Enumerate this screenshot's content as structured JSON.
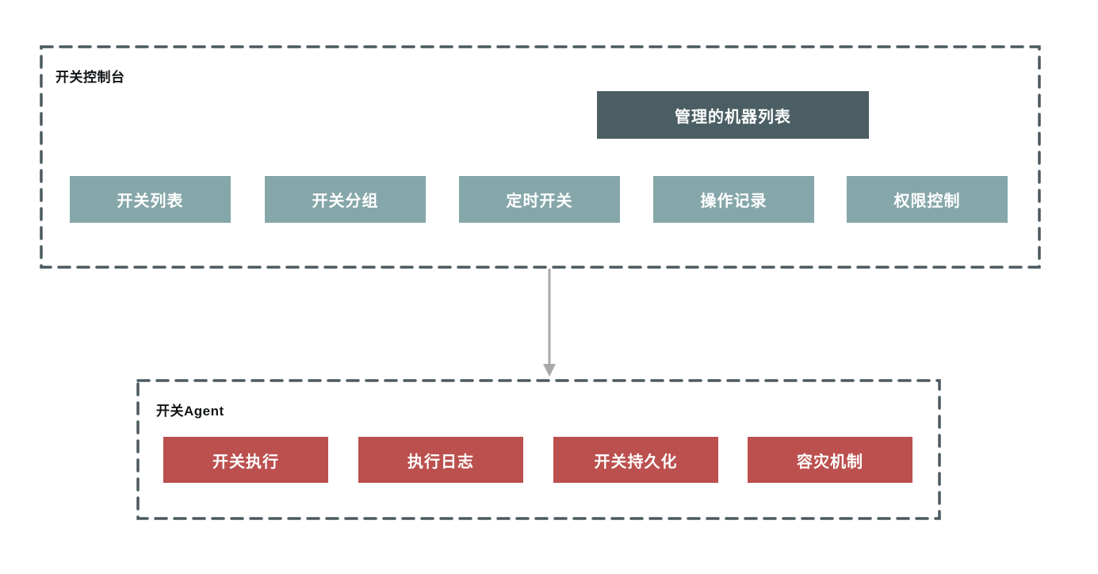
{
  "console": {
    "label": "开关控制台",
    "machine_list": "管理的机器列表",
    "modules": [
      "开关列表",
      "开关分组",
      "定时开关",
      "操作记录",
      "权限控制"
    ]
  },
  "agent": {
    "label": "开关Agent",
    "modules": [
      "开关执行",
      "执行日志",
      "开关持久化",
      "容灾机制"
    ]
  },
  "connector": {
    "type": "arrow-down",
    "from": "开关控制台",
    "to": "开关Agent"
  },
  "colors": {
    "group_border": "#4b5a60",
    "dark_node": "#4a5e63",
    "teal_node": "#86a7aa",
    "red_node": "#bb504e",
    "arrow": "#a9a9a9",
    "node_text": "#ffffff",
    "label_text": "#111416",
    "background": "#ffffff"
  }
}
